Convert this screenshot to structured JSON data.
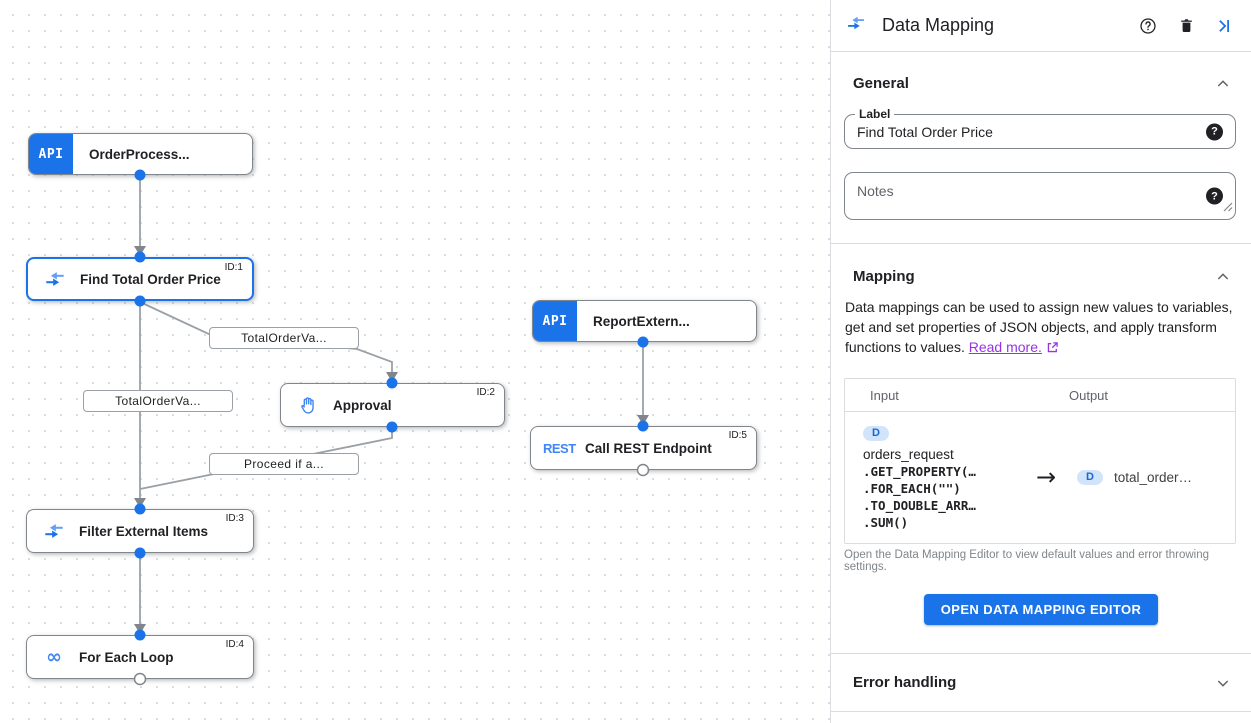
{
  "colors": {
    "accent_blue": "#1a73e8",
    "icon_blue_light": "#669df6",
    "link_purple": "#9334e6",
    "badge_bg": "#d2e3fc",
    "badge_text": "#1967d2",
    "edge_gray": "#9aa0a6"
  },
  "canvas": {
    "nodes": [
      {
        "type": "trigger",
        "label": "OrderProcess...",
        "badge": "API"
      },
      {
        "type": "task",
        "label": "Find Total Order Price",
        "task_id": "ID:1",
        "icon": "data-mapping-icon",
        "selected": true
      },
      {
        "type": "task",
        "label": "Approval",
        "task_id": "ID:2",
        "icon": "hand-icon"
      },
      {
        "type": "trigger",
        "label": "ReportExtern...",
        "badge": "API"
      },
      {
        "type": "task",
        "label": "Call REST Endpoint",
        "task_id": "ID:5",
        "icon": "rest-icon",
        "icon_text": "REST"
      },
      {
        "type": "task",
        "label": "Filter External Items",
        "task_id": "ID:3",
        "icon": "data-mapping-icon"
      },
      {
        "type": "task",
        "label": "For Each Loop",
        "task_id": "ID:4",
        "icon": "loop-icon",
        "icon_glyph": "∞"
      }
    ],
    "edge_labels": [
      {
        "label": "TotalOrderVa..."
      },
      {
        "label": "TotalOrderVa..."
      },
      {
        "label": "Proceed if a..."
      }
    ]
  },
  "panel": {
    "title": "Data Mapping",
    "general": {
      "heading": "General",
      "label_field_label": "Label",
      "label_field_value": "Find Total Order Price",
      "notes_placeholder": "Notes",
      "help_glyph": "?"
    },
    "mapping": {
      "heading": "Mapping",
      "description": "Data mappings can be used to assign new values to variables, get and set properties of JSON objects, and apply transform functions to values.",
      "read_more_label": "Read more.",
      "table": {
        "input_header": "Input",
        "output_header": "Output",
        "input_badge": "D",
        "input_variable": "orders_request",
        "input_functions": [
          ".GET_PROPERTY(…",
          ".FOR_EACH(\"\")",
          ".TO_DOUBLE_ARR…",
          ".SUM()"
        ],
        "arrow_glyph": "→",
        "output_badge": "D",
        "output_variable": "total_order…"
      },
      "caption": "Open the Data Mapping Editor to view default values and error throwing settings.",
      "open_editor_button": "OPEN DATA MAPPING EDITOR"
    },
    "error_handling": {
      "heading": "Error handling"
    }
  }
}
